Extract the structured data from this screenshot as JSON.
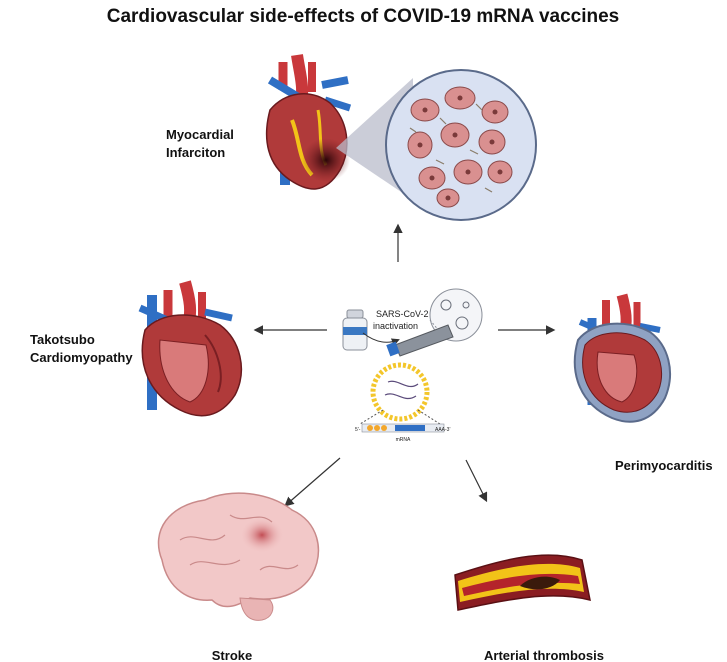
{
  "title": "Cardiovascular side-effects of COVID-19 mRNA vaccines",
  "center": {
    "virus_label_line1": "SARS-CoV-2",
    "virus_label_line2": "inactivation",
    "mrna_label": "mRNA",
    "mrna_five_prime": "5'-",
    "mrna_three_prime": "AAA-3'"
  },
  "outcomes": {
    "myocardial_line1": "Myocardial",
    "myocardial_line2": "Infarciton",
    "takotsubo_line1": "Takotsubo",
    "takotsubo_line2": "Cardiomyopathy",
    "perimyocarditis": "Perimyocarditis",
    "stroke": "Stroke",
    "arterial_thrombosis": "Arterial thrombosis"
  },
  "colors": {
    "heart_red": "#b03a3a",
    "heart_dark": "#7a1f23",
    "vessel_blue": "#2f6fc4",
    "vessel_red": "#c9383b",
    "tissue_bg": "#d9e1f2",
    "cell_pink": "#d99090",
    "brain_pink": "#f2c8c8",
    "artery_yellow": "#f2c318",
    "lipid_yellow": "#f3c62b"
  }
}
